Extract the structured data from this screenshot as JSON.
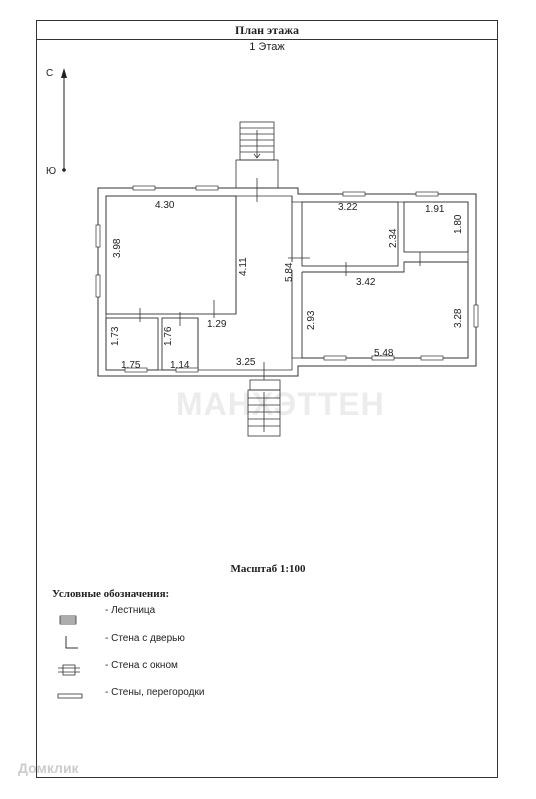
{
  "header": {
    "title": "План этажа",
    "floor": "1 Этаж"
  },
  "compass": {
    "north": "С",
    "south": "Ю"
  },
  "dimensions": {
    "d430": "4.30",
    "d398": "3.98",
    "d411": "4.11",
    "d129": "1.29",
    "d173": "1.73",
    "d176": "1.76",
    "d175": "1.75",
    "d114": "1.14",
    "d325": "3.25",
    "d322": "3.22",
    "d234": "2.34",
    "d191": "1.91",
    "d180": "1.80",
    "d584": "5.84",
    "d342": "3.42",
    "d293": "2.93",
    "d328": "3.28",
    "d548": "5.48"
  },
  "scale": "Масштаб 1:100",
  "legend": {
    "title": "Условные обозначения:",
    "items": [
      {
        "icon": "stair-icon",
        "label": "-  Лестница"
      },
      {
        "icon": "door-wall-icon",
        "label": "-  Стена с дверью"
      },
      {
        "icon": "window-wall-icon",
        "label": "-  Стена с окном"
      },
      {
        "icon": "partition-wall-icon",
        "label": "- Стены, перегородки"
      }
    ]
  },
  "watermark": "МАНХЭТТЕН",
  "footer": "Домклик"
}
